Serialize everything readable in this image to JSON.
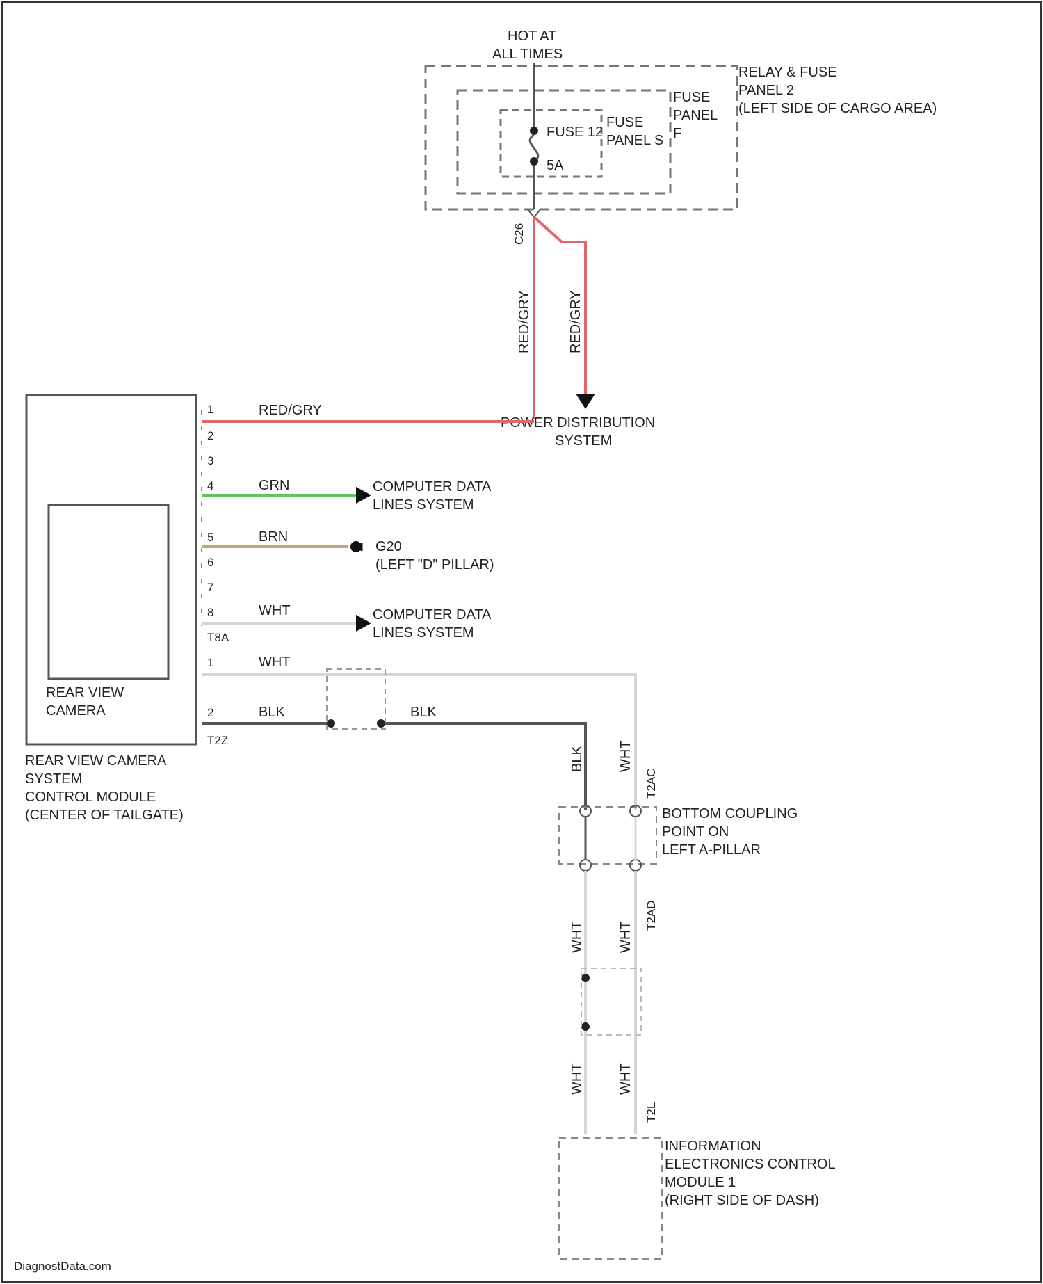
{
  "power": {
    "line1": "HOT AT",
    "line2": "ALL TIMES"
  },
  "relay_panel": {
    "line1": "RELAY & FUSE",
    "line2": "PANEL 2",
    "line3": "(LEFT SIDE OF CARGO AREA)"
  },
  "fuse_panel_f": {
    "line1": "FUSE",
    "line2": "PANEL",
    "line3": "F"
  },
  "fuse_panel_s": {
    "line1": "FUSE",
    "line2": "PANEL S"
  },
  "fuse": {
    "label": "FUSE 12",
    "rating": "5A"
  },
  "connectors": {
    "c1": "C26",
    "t8a": "T8A",
    "t2z": "T2Z",
    "t2ac": "T2AC",
    "t2ad": "T2AD",
    "t2l": "T2L"
  },
  "wires": {
    "red_gry": "RED/GRY",
    "grn": "GRN",
    "brn": "BRN",
    "wht": "WHT",
    "blk": "BLK"
  },
  "destinations": {
    "power_dist_1": "POWER DISTRIBUTION",
    "power_dist_2": "SYSTEM",
    "cdl_1": "COMPUTER DATA",
    "cdl_2": "LINES SYSTEM",
    "ground_1": "G20",
    "ground_2": "(LEFT \"D\" PILLAR)"
  },
  "pins": [
    "1",
    "2",
    "3",
    "4",
    "5",
    "6",
    "7",
    "8"
  ],
  "camera_pins": [
    "1",
    "2"
  ],
  "camera": {
    "line1": "REAR VIEW",
    "line2": "CAMERA"
  },
  "module": {
    "line1": "REAR VIEW CAMERA",
    "line2": "SYSTEM",
    "line3": "CONTROL MODULE",
    "line4": "(CENTER OF TAILGATE)"
  },
  "coupling": {
    "line1": "BOTTOM COUPLING",
    "line2": "POINT ON",
    "line3": "LEFT A-PILLAR"
  },
  "iecm": {
    "line1": "INFORMATION",
    "line2": "ELECTRONICS CONTROL",
    "line3": "MODULE 1",
    "line4": "(RIGHT SIDE OF DASH)"
  },
  "watermark": "DiagnostData.com",
  "colors": {
    "red_gry": "#e26868",
    "grn": "#5ec45e",
    "brn": "#c8a47a",
    "wht": "#d6d6d6",
    "blk": "#555555",
    "frame": "#333333"
  }
}
